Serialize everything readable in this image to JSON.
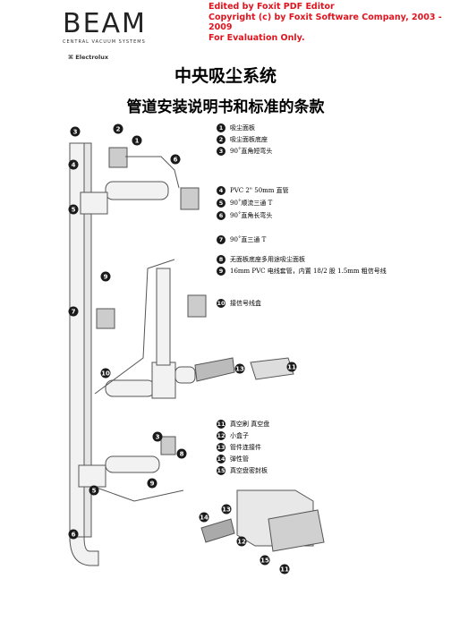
{
  "header": {
    "logo_text": "BEAM",
    "logo_subtitle": "CENTRAL VACUUM SYSTEMS",
    "electrolux": "Electrolux"
  },
  "watermark": {
    "line1": "Edited by Foxit PDF Editor",
    "line2": "Copyright (c) by Foxit Software Company, 2003 - 2009",
    "line3": "For Evaluation Only."
  },
  "title": "中央吸尘系统",
  "subtitle": "管道安装说明书和标准的条款",
  "legend_top": [
    {
      "num": "1",
      "text": "吸尘面板"
    },
    {
      "num": "2",
      "text": "吸尘面板底座"
    },
    {
      "num": "3",
      "text": "90˚直角短弯头"
    }
  ],
  "legend_mid": [
    {
      "num": "4",
      "text": "PVC 2\"   50mm 直管"
    },
    {
      "num": "5",
      "text": "90˚顺流三通 T"
    },
    {
      "num": "6",
      "text": "90˚直角长弯头"
    }
  ],
  "legend_7": {
    "num": "7",
    "text": "90˚直三通 T"
  },
  "legend_89": [
    {
      "num": "8",
      "text": "无面板底座多用途吸尘面板"
    },
    {
      "num": "9",
      "text": "16mm PVC 电线套管，内置 18/2 股 1.5mm 粗信号线"
    }
  ],
  "legend_10": {
    "num": "10",
    "text": "接信号线盒"
  },
  "legend_bottom": [
    {
      "num": "11",
      "text": "真空刷      真空盘"
    },
    {
      "num": "12",
      "text": "小盒子"
    },
    {
      "num": "13",
      "text": "管件连接件"
    },
    {
      "num": "14",
      "text": "弹性管"
    },
    {
      "num": "15",
      "text": "真空盘密封板"
    }
  ],
  "colors": {
    "watermark": "#e0141e",
    "badge": "#1a1a1a",
    "pipe_fill": "#f2f2f2",
    "pipe_stroke": "#555555"
  }
}
